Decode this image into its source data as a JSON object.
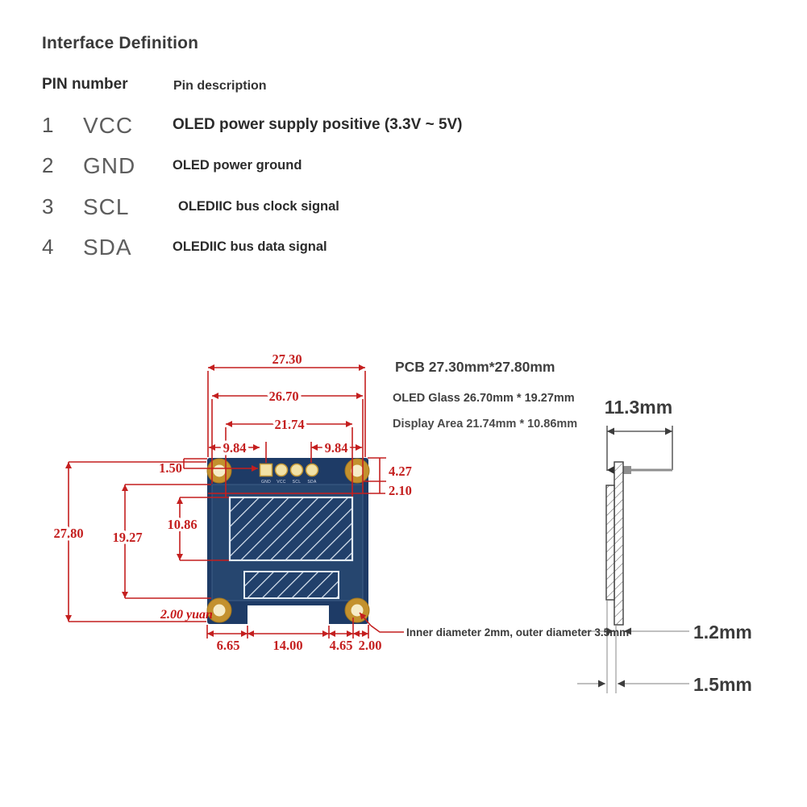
{
  "table": {
    "title": "Interface Definition",
    "col_pin": "PIN number",
    "col_desc": "Pin description",
    "rows": [
      {
        "num": "1",
        "name": "VCC",
        "desc": "OLED power supply positive (3.3V ~ 5V)"
      },
      {
        "num": "2",
        "name": "GND",
        "desc": "OLED power ground"
      },
      {
        "num": "3",
        "name": "SCL",
        "desc": "OLEDIIC bus clock signal"
      },
      {
        "num": "4",
        "name": "SDA",
        "desc": "OLEDIIC bus data signal"
      }
    ]
  },
  "specs": {
    "pcb": "PCB 27.30mm*27.80mm",
    "glass": "OLED Glass 26.70mm * 19.27mm",
    "display": "Display Area 21.74mm * 10.86mm"
  },
  "front": {
    "dim_pcb_width": "27.30",
    "dim_glass_width": "26.70",
    "dim_display_width": "21.74",
    "dim_pin_left": "9.84",
    "dim_pin_right": "9.84",
    "dim_pad_offset": "1.50",
    "dim_top_band": "4.27",
    "dim_glass_gap": "2.10",
    "dim_pcb_height": "27.80",
    "dim_glass_height": "19.27",
    "dim_display_height": "10.86",
    "dim_hole": "2.00 yuan",
    "dim_bottom_1": "6.65",
    "dim_bottom_2": "14.00",
    "dim_bottom_3": "4.65",
    "dim_bottom_4": "2.00",
    "pads": [
      "GND",
      "VCC",
      "SCL",
      "SDA"
    ],
    "hole_note": "Inner diameter 2mm, outer diameter 3.5mm"
  },
  "side": {
    "dim_width": "11.3mm",
    "dim_pcb_thickness": "1.2mm",
    "dim_total_thickness": "1.5mm"
  },
  "colors": {
    "dimension_red": "#c41f1f",
    "pcb_navy": "#1e3b66",
    "glass_navy": "#26466f",
    "display_navy": "#21406b",
    "hatch_light": "#dfe9f4",
    "pad_gold": "#f1e1a6",
    "hole_gold": "#c3912e",
    "hole_center": "#f6ecc8",
    "side_line": "#3d3d3d"
  }
}
